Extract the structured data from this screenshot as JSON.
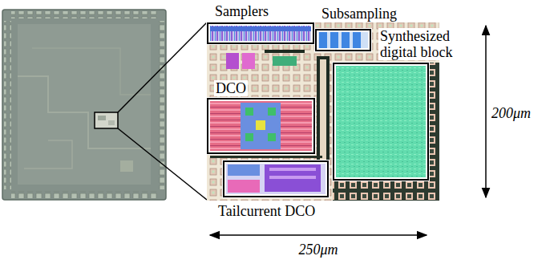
{
  "diagram": {
    "nodes": [
      {
        "text": [
          "Samplers"
        ]
      },
      {
        "text": [
          "Subsampling"
        ]
      },
      {
        "text": [
          "Synthesized digital block"
        ]
      },
      {
        "text": [
          "DCO"
        ]
      },
      {
        "text": [
          "Tailcurrent DCO"
        ]
      }
    ],
    "labels": [
      "200μm",
      "250μm"
    ]
  }
}
